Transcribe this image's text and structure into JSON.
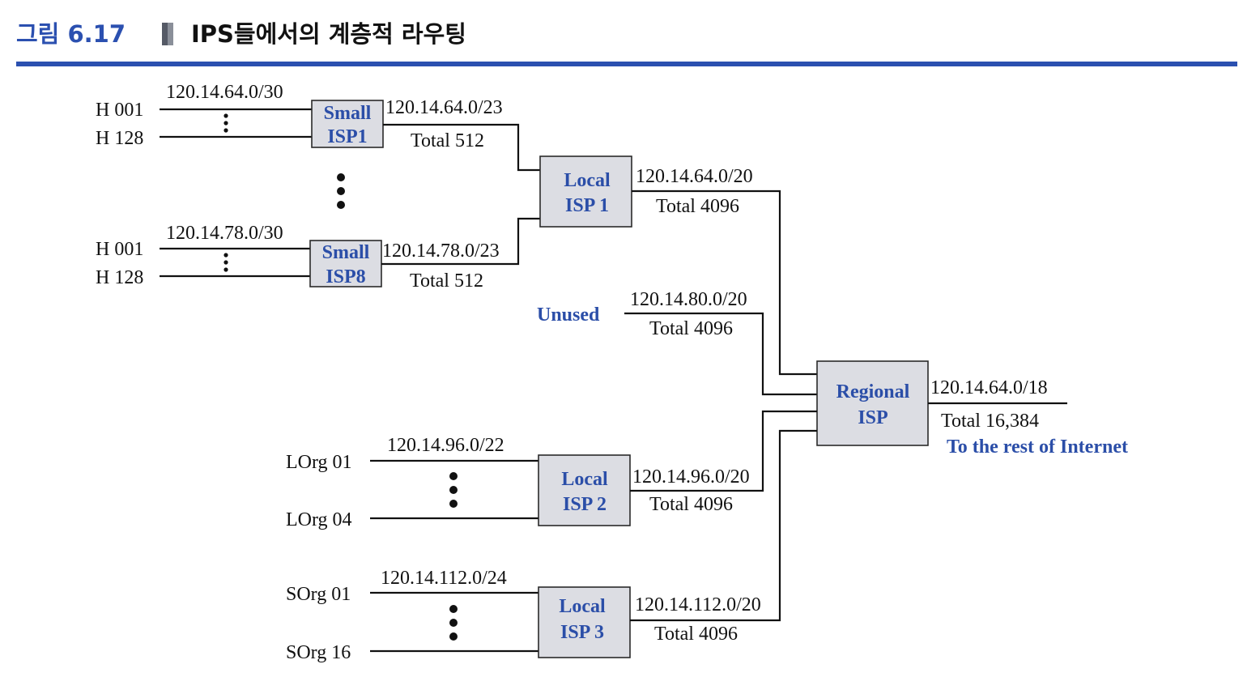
{
  "figure": {
    "number": "그림 6.17",
    "title": "IPS들에서의 계층적 라우팅",
    "accent_color": "#2b50b0"
  },
  "small_isp1": {
    "name_line1": "Small",
    "name_line2": "ISP1",
    "host_first": "H 001",
    "host_last": "H 128",
    "host_block": "120.14.64.0/30",
    "prefix": "120.14.64.0/23",
    "total": "Total 512"
  },
  "small_isp8": {
    "name_line1": "Small",
    "name_line2": "ISP8",
    "host_first": "H 001",
    "host_last": "H 128",
    "host_block": "120.14.78.0/30",
    "prefix": "120.14.78.0/23",
    "total": "Total 512"
  },
  "local_isp1": {
    "name_line1": "Local",
    "name_line2": "ISP 1",
    "prefix": "120.14.64.0/20",
    "total": "Total 4096"
  },
  "unused": {
    "label": "Unused",
    "prefix": "120.14.80.0/20",
    "total": "Total 4096"
  },
  "local_isp2": {
    "name_line1": "Local",
    "name_line2": "ISP 2",
    "org_first": "LOrg 01",
    "org_last": "LOrg 04",
    "org_block": "120.14.96.0/22",
    "prefix": "120.14.96.0/20",
    "total": "Total 4096"
  },
  "local_isp3": {
    "name_line1": "Local",
    "name_line2": "ISP 3",
    "org_first": "SOrg 01",
    "org_last": "SOrg 16",
    "org_block": "120.14.112.0/24",
    "prefix": "120.14.112.0/20",
    "total": "Total 4096"
  },
  "regional_isp": {
    "name_line1": "Regional",
    "name_line2": "ISP",
    "prefix": "120.14.64.0/18",
    "total": "Total 16,384",
    "uplink_label": "To the rest of Internet"
  }
}
